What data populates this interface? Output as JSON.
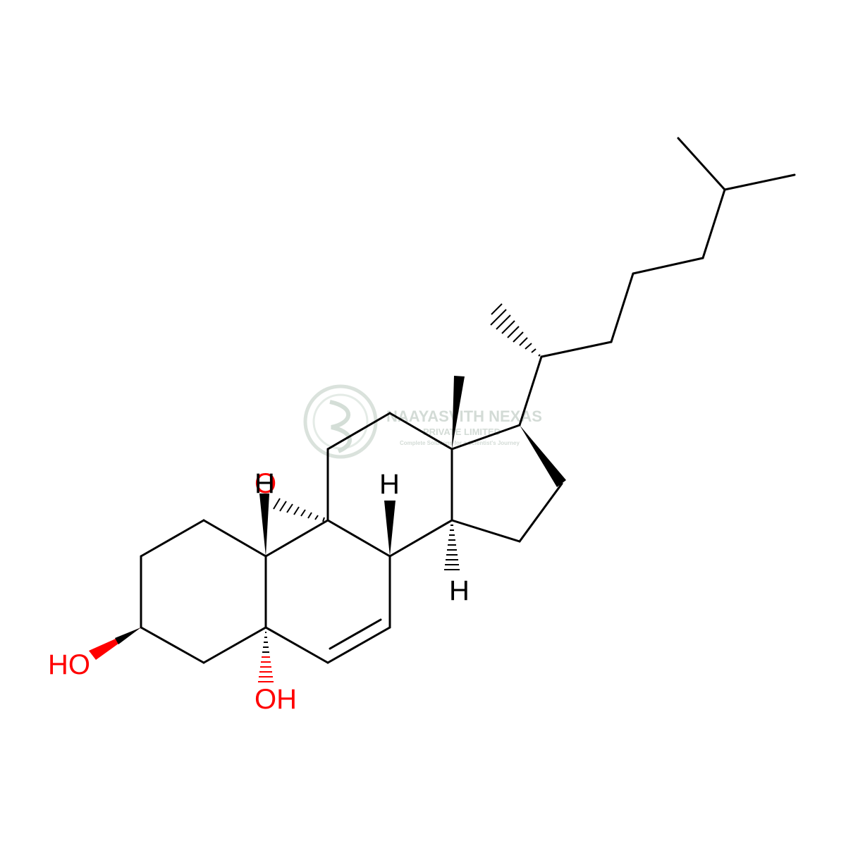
{
  "watermark": {
    "name": "NAAYASVITH NEXAS",
    "subtitle": "PRIVATE LIMITED",
    "tagline": "Complete Solutions for a Scientist's Journey",
    "color": "#cfd8d2"
  },
  "atoms": {
    "hydroxyl_3": "HO",
    "hydroxyl_5": "OH",
    "epoxide_o": "O",
    "h_8": "H",
    "h_14": "H"
  },
  "colors": {
    "bond": "#000000",
    "oxygen": "#ff0000",
    "hydrogen": "#000000"
  }
}
